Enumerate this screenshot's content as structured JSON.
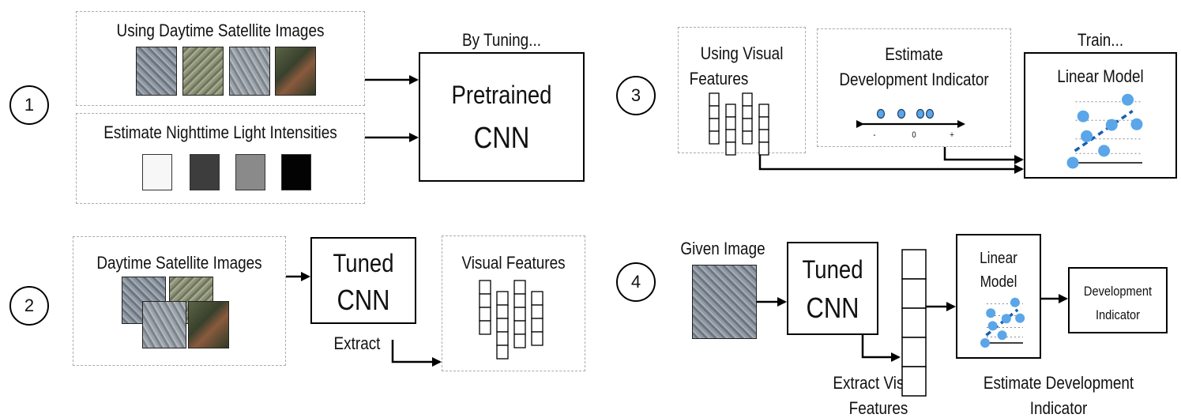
{
  "step1": {
    "number": "1",
    "day_images_title": "Using Daytime Satellite Images",
    "night_title": "Estimate Nighttime Light Intensities",
    "tuning_label": "By Tuning...",
    "cnn_line1": "Pretrained",
    "cnn_line2": "CNN",
    "night_shades": [
      "#f7f7f7",
      "#3d3d3d",
      "#8a8a8a",
      "#030303"
    ]
  },
  "step2": {
    "number": "2",
    "images_title": "Daytime Satellite Images",
    "cnn_line1": "Tuned",
    "cnn_line2": "CNN",
    "extract_label": "Extract",
    "features_title": "Visual Features"
  },
  "step3": {
    "number": "3",
    "features_title_line1": "Using Visual",
    "features_title_line2": "Features",
    "estimate_line1": "Estimate",
    "estimate_line2": "Development Indicator",
    "axis_minus": "-",
    "axis_zero": "0",
    "axis_plus": "+",
    "train_label": "Train...",
    "model_title": "Linear Model"
  },
  "step4": {
    "number": "4",
    "given_image": "Given Image",
    "cnn_line1": "Tuned",
    "cnn_line2": "CNN",
    "model_line1": "Linear",
    "model_line2": "Model",
    "output_line1": "Development",
    "output_line2": "Indicator",
    "extract_line1": "Extract Visual",
    "extract_line2": "Features",
    "estimate_line1": "Estimate Development",
    "estimate_line2": "Indicator"
  },
  "colors": {
    "point": "#5aa6e8",
    "regression": "#1a5fb0",
    "dash_border": "#aaaaaa"
  }
}
